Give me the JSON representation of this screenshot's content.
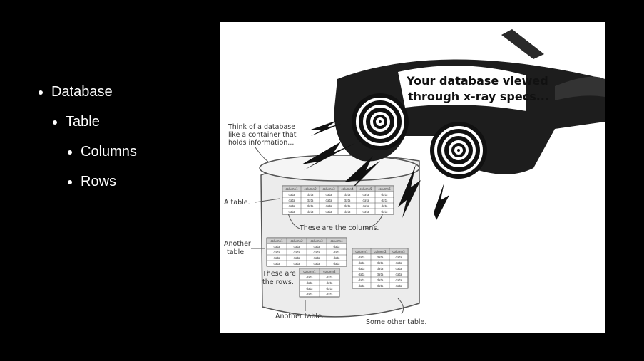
{
  "slide": {
    "bullets": [
      {
        "label": "Database",
        "level": 1
      },
      {
        "label": "Table",
        "level": 2
      },
      {
        "label": "Columns",
        "level": 3
      },
      {
        "label": "Rows",
        "level": 3
      }
    ]
  },
  "illustration": {
    "glasses_caption_line1": "Your database viewed",
    "glasses_caption_line2": "through x-ray specs...",
    "container_note_line1": "Think of a database",
    "container_note_line2": "like a container that",
    "container_note_line3": "holds information...",
    "label_a_table": "A table.",
    "label_columns": "These are the columns.",
    "label_another_table_line1": "Another",
    "label_another_table_line2": "table.",
    "label_rows_line1": "These are",
    "label_rows_line2": "the rows.",
    "label_another_table_bottom": "Another table.",
    "label_some_other_table": "Some other table.",
    "table1_headers": [
      "column1",
      "column2",
      "column3",
      "column4",
      "column5",
      "column6"
    ],
    "table2_headers": [
      "column1",
      "column2",
      "column3",
      "column4"
    ],
    "table3_headers": [
      "column1",
      "column2"
    ],
    "table4_headers": [
      "column1",
      "column2",
      "column3"
    ],
    "cell_text": "data"
  }
}
